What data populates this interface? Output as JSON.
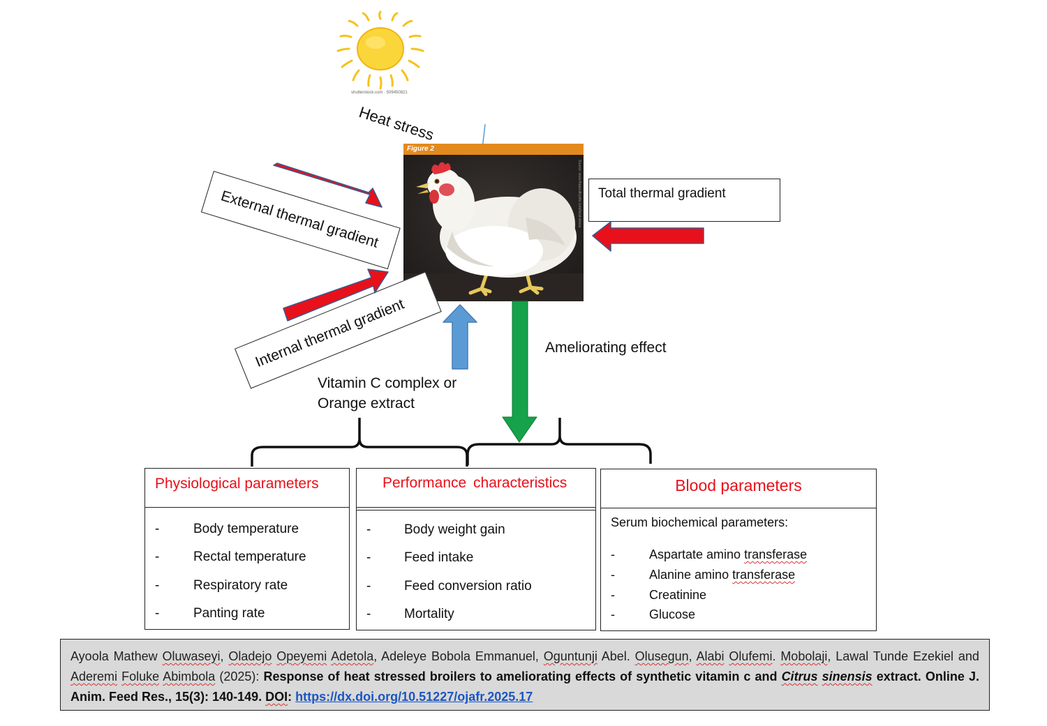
{
  "diagram": {
    "sun_credit": "shutterstock.com · 509450821",
    "heat_stress": "Heat stress",
    "photo_caption": "Figure 2",
    "photo_side_credit": "Source: www.thepoultrysite.com/heat-stress",
    "external_gradient": "External thermal gradient",
    "internal_gradient": "Internal thermal gradient",
    "total_gradient": "Total thermal gradient",
    "ameliorating_effect": "Ameliorating effect",
    "vitamin_line1": "Vitamin C complex or",
    "vitamin_line2": "Orange extract"
  },
  "boxes": {
    "physiological": {
      "title": "Physiological parameters",
      "dash": "-",
      "items": [
        "Body temperature",
        "Rectal temperature",
        "Respiratory rate",
        "Panting rate"
      ]
    },
    "performance": {
      "title": "Performance characteristics",
      "dash": "-",
      "items": [
        "Body weight gain",
        "Feed intake",
        "Feed conversion ratio",
        "Mortality"
      ]
    },
    "blood": {
      "title": "Blood parameters",
      "subtitle": "Serum biochemical parameters:",
      "dash": "-",
      "items": [
        "Aspartate amino",
        "Alanine amino",
        "Creatinine",
        "Glucose"
      ],
      "items_suffix": [
        "transferase",
        "transferase",
        "",
        ""
      ]
    }
  },
  "citation": {
    "authors_1": "Ayoola Mathew",
    "a1": "Oluwaseyi",
    "sep1": ",",
    "a2": "Oladejo",
    "a3": "Opeyemi",
    "a4": "Adetola",
    "authors_2": ", Adeleye Bobola Emmanuel,",
    "a5": "Oguntunji",
    "authors_3": " Abel.",
    "a6": "Olusegun",
    "authors_4": ",",
    "a7": "Alabi",
    "a8": "Olufemi",
    "authors_5": ".",
    "a9": "Mobolaji",
    "authors_6": ", Lawal Tunde Ezekiel and",
    "a10": "Aderemi",
    "a11": "Foluke",
    "a12": "Abimbola",
    "year": " (2025): ",
    "title_1": "Response of heat stressed broilers to ameliorating effects of synthetic vitamin c and",
    "title_italic_1": "Citrus",
    "title_italic_2": "sinensis",
    "title_2": " extract. Online J. Anim. Feed Res., 15(3): 140-149.",
    "doi_label": "DOI",
    "doi_colon": ": ",
    "doi_url": "https://dx.doi.org/10.51227/ojafr.2025.17"
  },
  "colors": {
    "red_arrow": "#e8101a",
    "blue_arrow": "#5b9bd5",
    "green_arrow": "#15a24a",
    "header_red": "#e8101a",
    "photo_bar": "#e38a1e",
    "citation_bg": "#d9d9d9"
  }
}
